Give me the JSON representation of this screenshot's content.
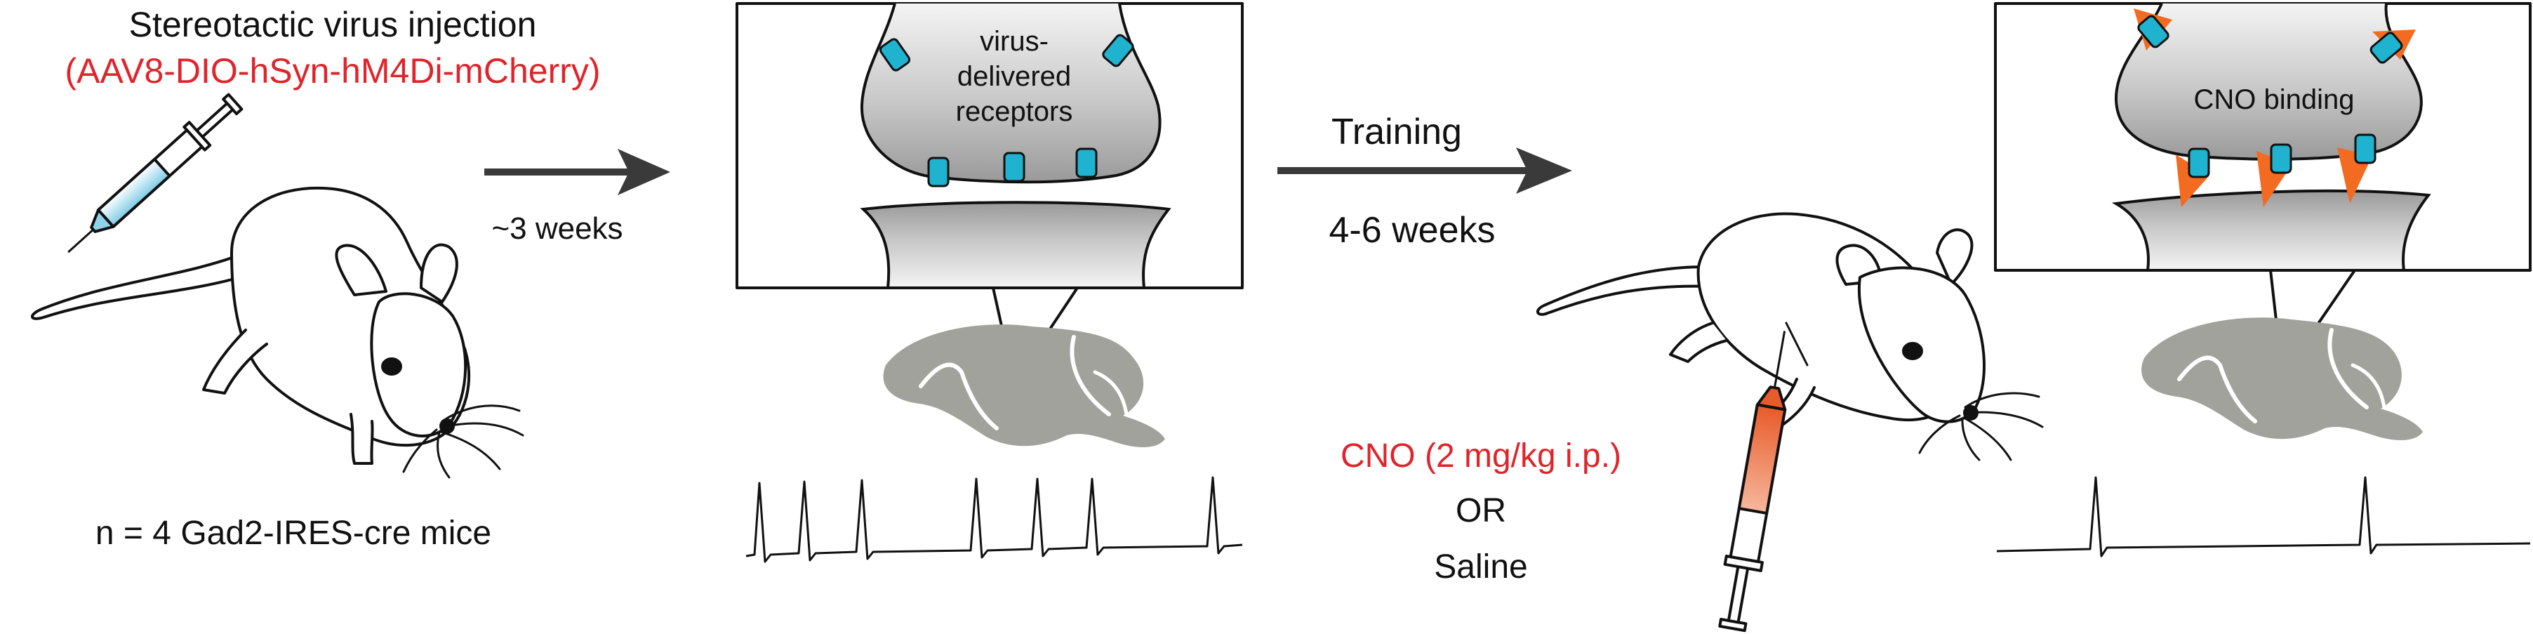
{
  "step1": {
    "title": "Stereotactic virus injection",
    "construct": "(AAV8-DIO-hSyn-hM4Di-mCherry)",
    "subjects": "n = 4 Gad2-IRES-cre mice"
  },
  "arrow1": {
    "label": "~3 weeks"
  },
  "panel1": {
    "label_line1": "virus-",
    "label_line2": "delivered",
    "label_line3": "receptors"
  },
  "arrow2": {
    "label_top": "Training",
    "label_bottom": "4-6 weeks"
  },
  "step3": {
    "treatment": "CNO (2 mg/kg i.p.)",
    "or": "OR",
    "control": "Saline"
  },
  "panel2": {
    "label": "CNO binding"
  },
  "colors": {
    "red_text": "#e0242b",
    "receptor": "#1fb3cf",
    "cno": "#f26b21",
    "neuron_fill": "#b4b4b4",
    "brain": "#9e9e98",
    "syringe_liquid_virus": "#8fd3ea",
    "syringe_liquid_cno": "#f08a63"
  },
  "icons": [
    "mouse-icon",
    "syringe-icon",
    "brain-icon",
    "synapse-icon",
    "spike-trace-icon"
  ]
}
